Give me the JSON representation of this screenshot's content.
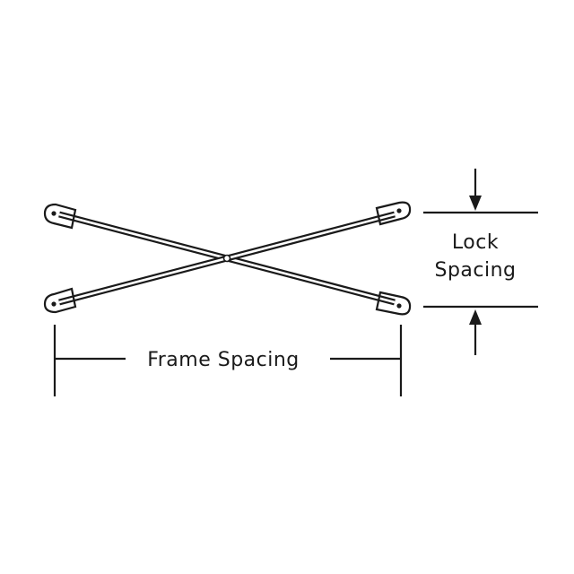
{
  "diagram": {
    "frame_spacing_label": "Frame Spacing",
    "lock_spacing_label_line1": "Lock",
    "lock_spacing_label_line2": "Spacing",
    "line_color": "#1a1a1a",
    "background_color": "#ffffff"
  }
}
